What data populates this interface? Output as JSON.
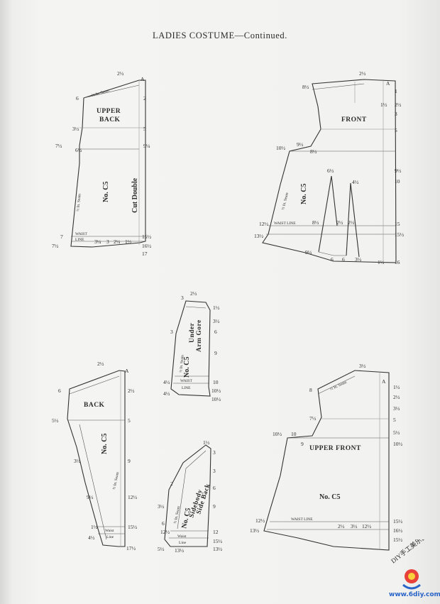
{
  "page": {
    "title": "LADIES COSTUME—Continued."
  },
  "pieces": {
    "upper_back": {
      "name_line1": "UPPER",
      "name_line2": "BACK",
      "number": "No. C5",
      "note": "Cut Double",
      "seam": "½ In. Seam",
      "seam_top": "½ In. Seam",
      "waist": "WAIST",
      "line": "LINE",
      "measures": [
        "2½",
        "A",
        "6",
        "2",
        "3½",
        "5",
        "7½",
        "6½",
        "9¼",
        "7",
        "15½",
        "7½",
        "16½",
        "17",
        "3¼",
        "3",
        "2¼",
        "1½"
      ]
    },
    "front": {
      "name": "FRONT",
      "number": "No. C5",
      "waist_line": "WAIST LINE",
      "seam": "½ In. Seam",
      "measures": [
        "2½",
        "A",
        "8½",
        "1",
        "2½",
        "1½",
        "3",
        "5",
        "10½",
        "9½",
        "8½",
        "6½",
        "4½",
        "9½",
        "10",
        "12½",
        "8½",
        "2½",
        "2½",
        "15",
        "13½",
        "15½",
        "9½",
        "6",
        "6",
        "3½",
        "1½",
        "16"
      ]
    },
    "under_arm": {
      "name_line1": "Under",
      "name_line2": "Arm Gore",
      "number": "No. C5",
      "seam": "½ In. Seam",
      "waist": "WAIST",
      "line": "LINE",
      "measures": [
        "3",
        "2½",
        "1½",
        "3½",
        "3",
        "6",
        "9",
        "4½",
        "10",
        "4½",
        "10½",
        "10½"
      ]
    },
    "back": {
      "name": "BACK",
      "number": "No. C5",
      "seam": "½ In. Seam",
      "waist": "Waist",
      "line": "Line",
      "measures": [
        "2½",
        "A",
        "6",
        "2½",
        "5",
        "5½",
        "3½",
        "9",
        "12½",
        "9½",
        "15½",
        "1½",
        "4½",
        "17½"
      ]
    },
    "side_back": {
      "name_line1": "Side Back",
      "name_line2": "Sidebody",
      "number": "No. C5",
      "seam": "½ In. Seam",
      "waist": "Waist",
      "line": "Line",
      "measures": [
        "1½",
        "3",
        "3",
        "6",
        "9",
        "12",
        "2",
        "3½",
        "15½",
        "13½",
        "6",
        "12½",
        "5½",
        "13½"
      ]
    },
    "upper_front": {
      "name": "UPPER FRONT",
      "number": "No. C5",
      "waist_line": "WAIST LINE",
      "seam": "½ In. Seam",
      "measures": [
        "3½",
        "A",
        "8",
        "1½",
        "2½",
        "3½",
        "7½",
        "5",
        "10½",
        "10",
        "9",
        "5½",
        "10½",
        "12½",
        "15½",
        "13½",
        "16½",
        "15½",
        "2½",
        "3½",
        "12½"
      ]
    }
  },
  "watermark": {
    "site_cn": "DIY手工美乐部",
    "url": "www.6diy.com"
  }
}
